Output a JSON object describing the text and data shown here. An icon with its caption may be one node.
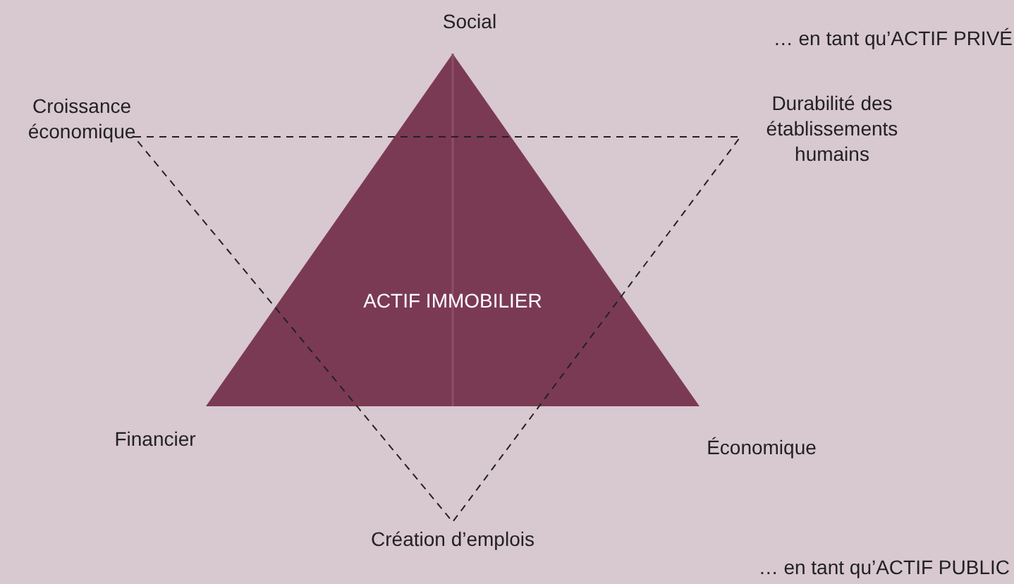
{
  "diagram": {
    "nodes": [
      {
        "text": [
          "ACTIF IMMOBILIER"
        ]
      },
      {
        "text": [],
        "shape": "triangle"
      }
    ],
    "labels": [
      "Social",
      "… en tant qu’ACTIF PRIVÉ",
      "Croissance économique",
      "Durabilité des établissements humains",
      "Financier",
      "Économique",
      "Création d’emplois",
      "… en tant qu’ACTIF PUBLIC"
    ]
  }
}
